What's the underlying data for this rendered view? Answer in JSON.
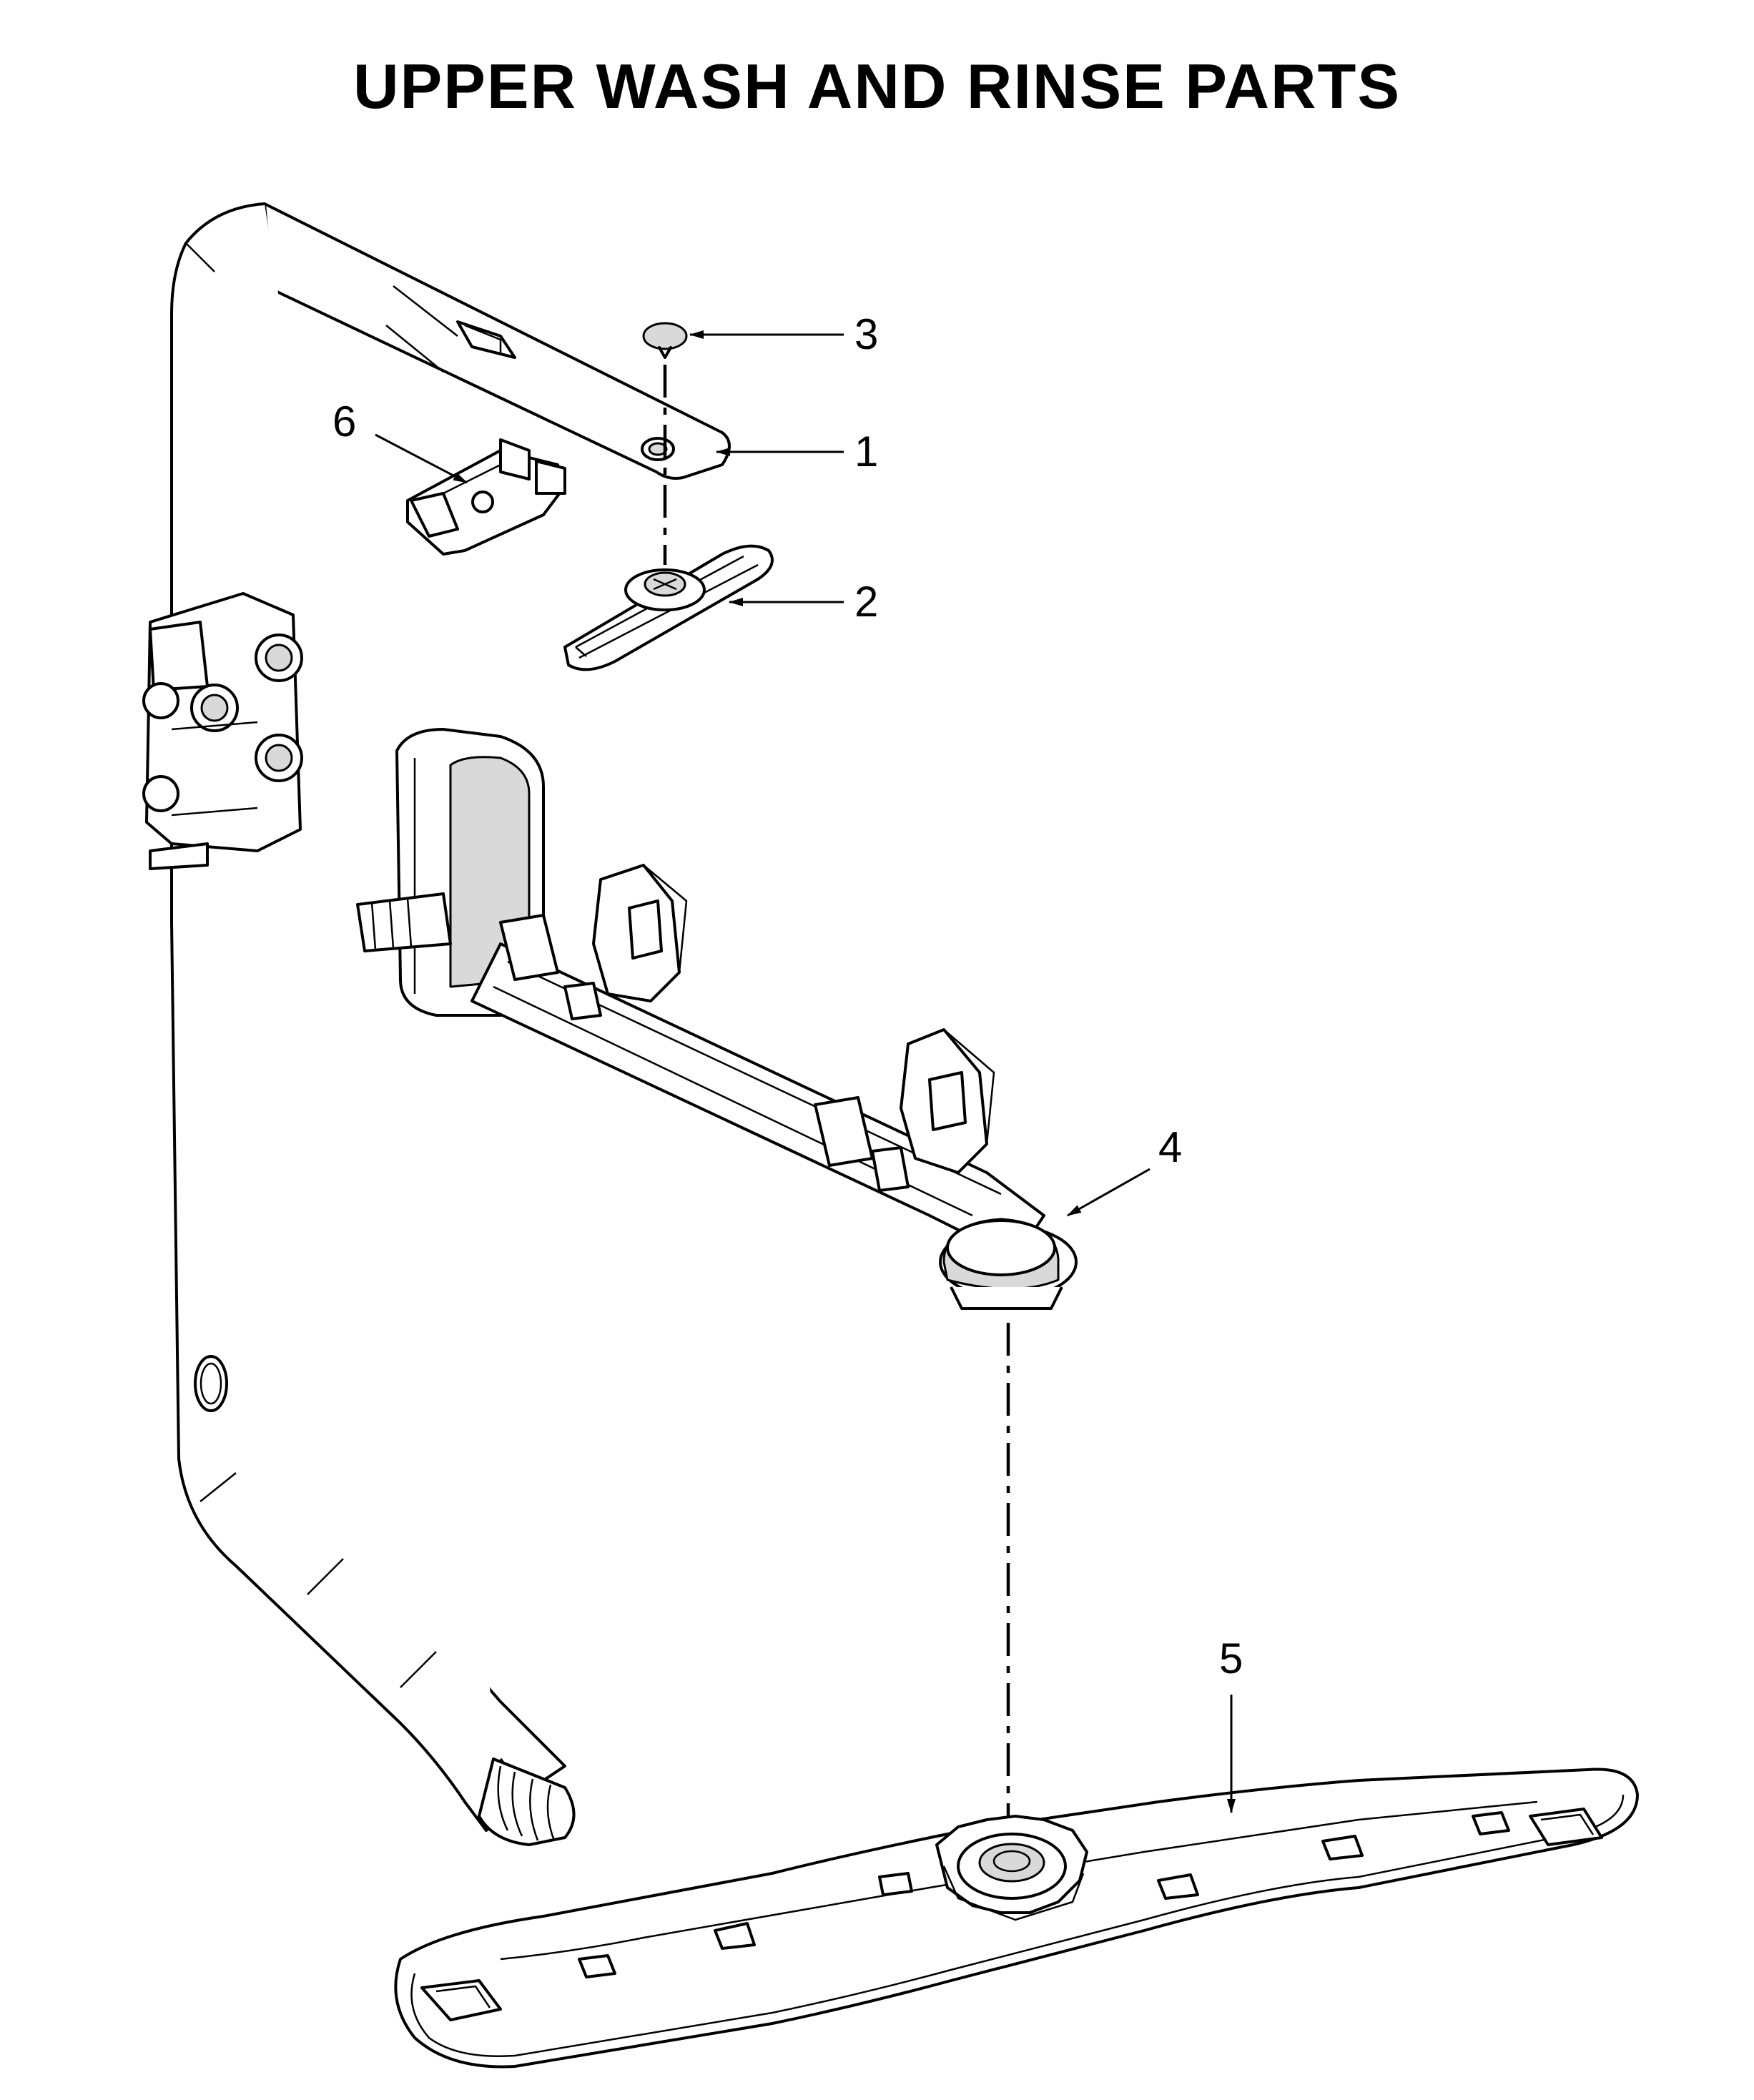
{
  "title": "UPPER WASH AND RINSE PARTS",
  "callouts": [
    {
      "id": "1",
      "label": "1"
    },
    {
      "id": "2",
      "label": "2"
    },
    {
      "id": "3",
      "label": "3"
    },
    {
      "id": "4",
      "label": "4"
    },
    {
      "id": "5",
      "label": "5"
    },
    {
      "id": "6",
      "label": "6"
    }
  ],
  "colors": {
    "line": "#000000",
    "background": "#ffffff",
    "shade": "#d9d9d9"
  }
}
